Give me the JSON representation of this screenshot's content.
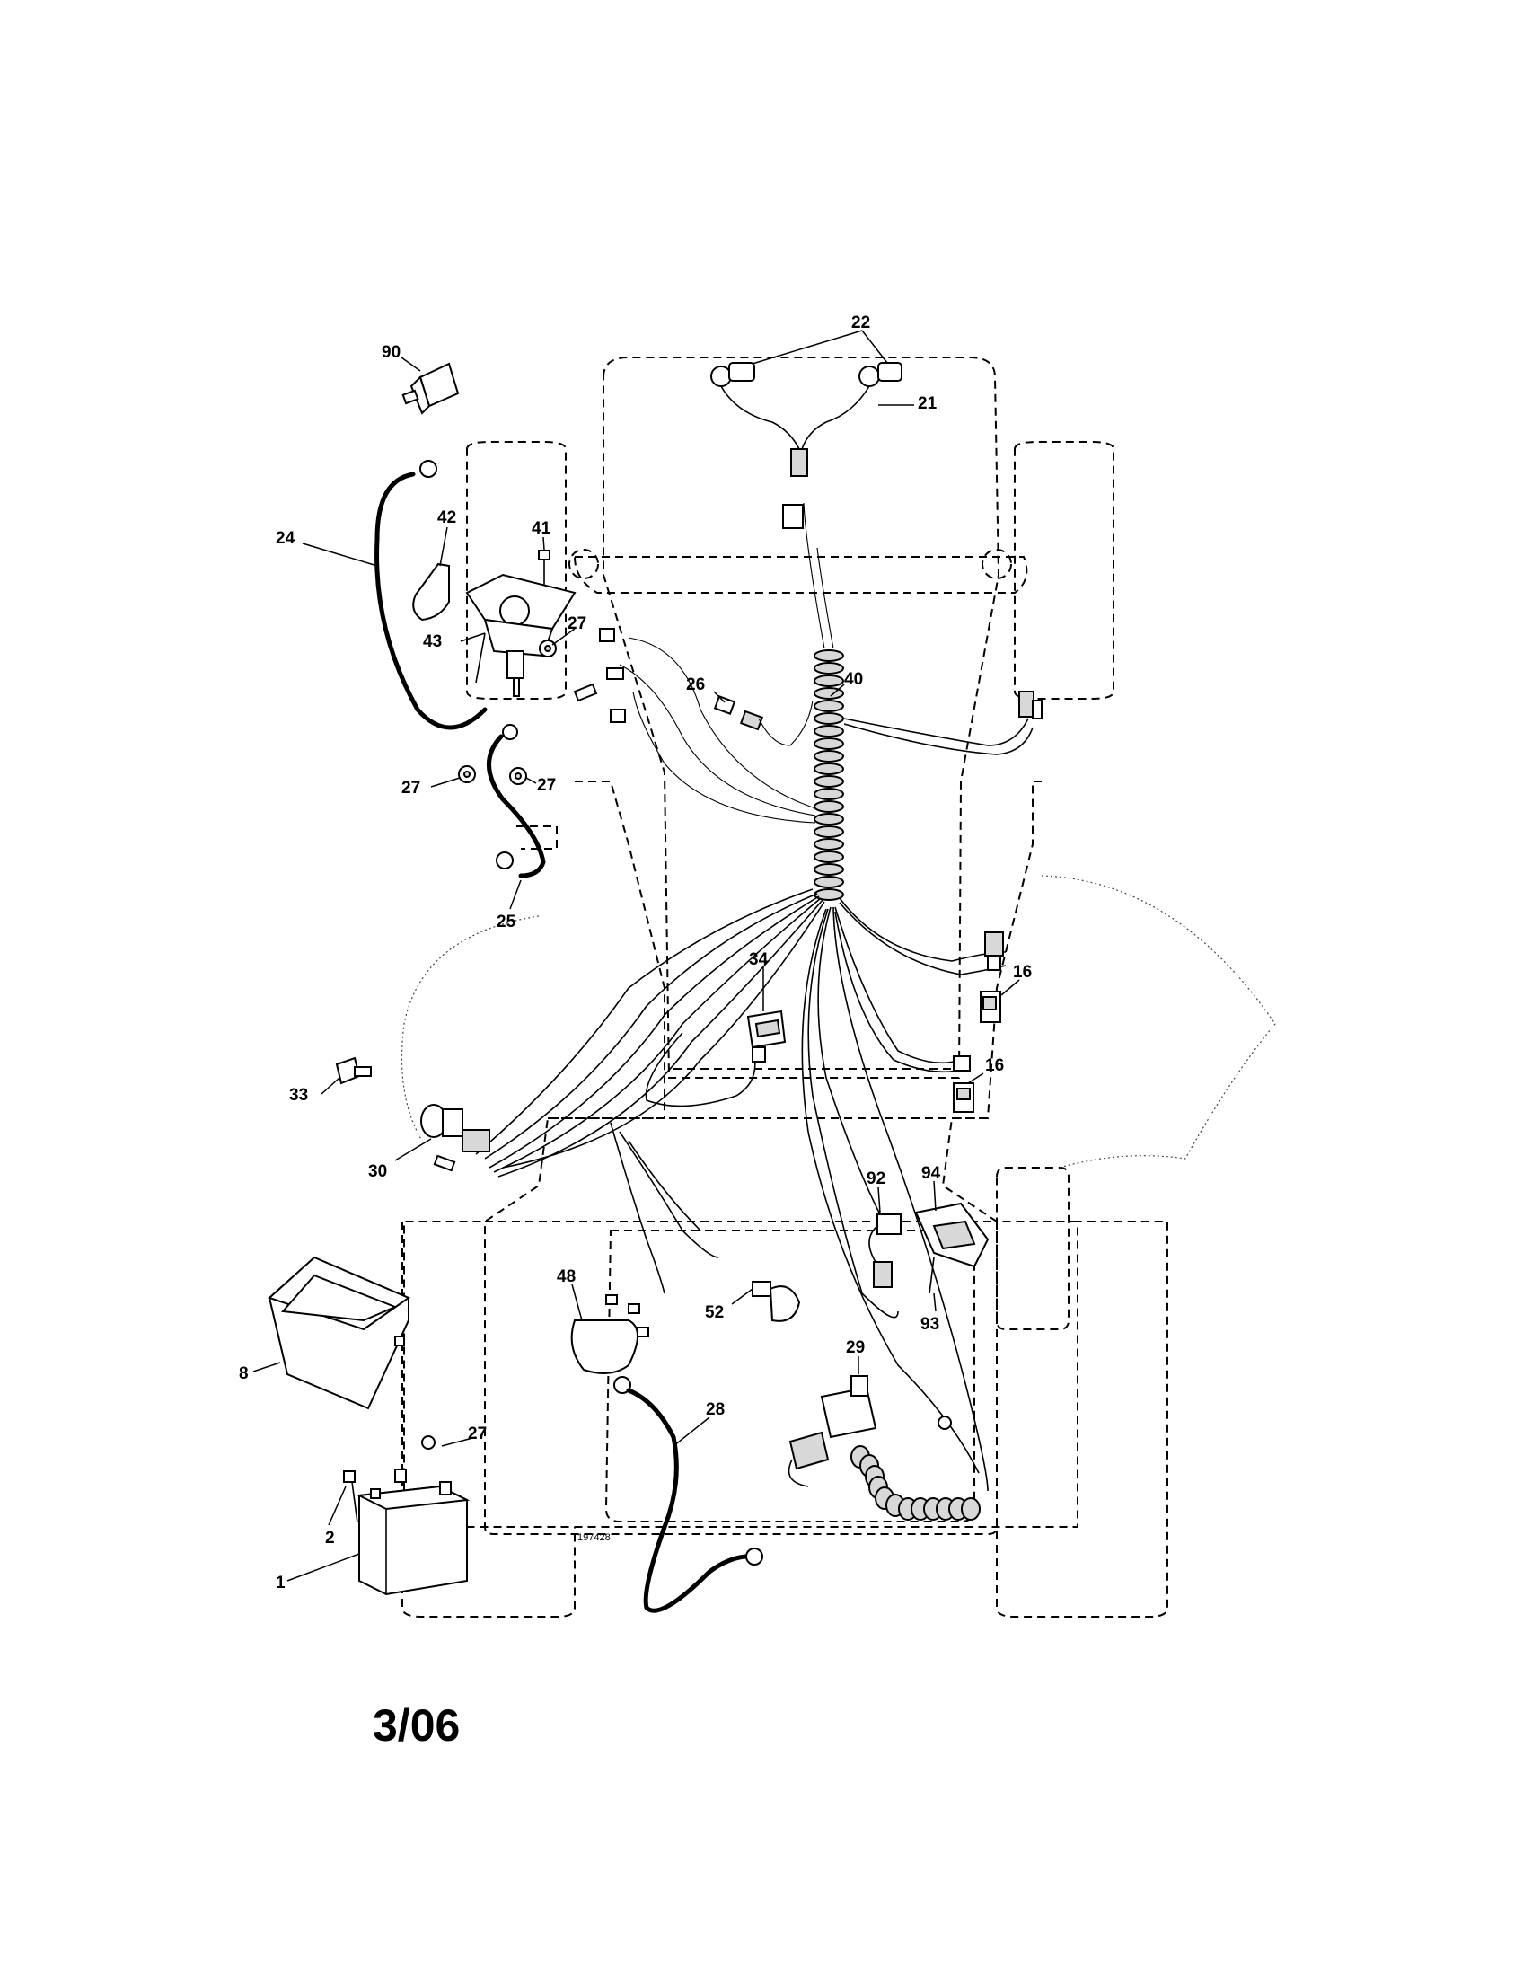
{
  "diagram": {
    "drawing_number": "197428",
    "footer_date": "3/06",
    "callouts": [
      "90",
      "22",
      "21",
      "42",
      "41",
      "24",
      "43",
      "27",
      "40",
      "26",
      "27",
      "27",
      "25",
      "34",
      "16",
      "16",
      "33",
      "30",
      "92",
      "94",
      "48",
      "52",
      "93",
      "8",
      "29",
      "28",
      "27",
      "2",
      "1"
    ]
  }
}
